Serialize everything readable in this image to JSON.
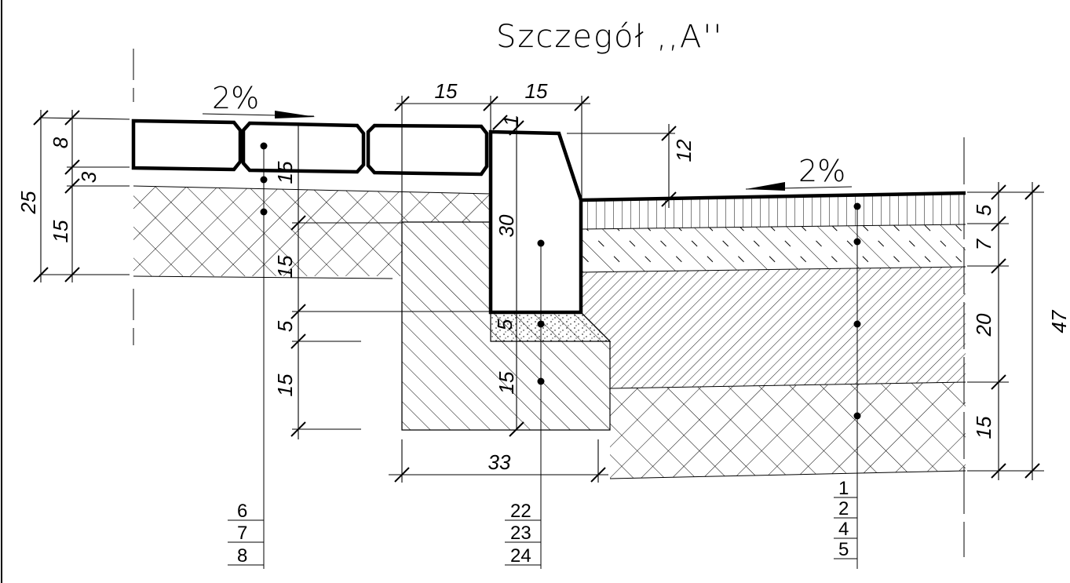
{
  "title": "Szczegół ,,A''",
  "slopes": {
    "left": "2%",
    "right": "2%"
  },
  "dimensions": {
    "left_total": "25",
    "left_top": "8",
    "left_mid": "3",
    "left_bottom": "15",
    "c_15a": "15",
    "c_15b": "15",
    "c_5": "5",
    "c_15c": "15",
    "top_w1": "15",
    "top_w2": "15",
    "curb_1": "1",
    "curb_30": "30",
    "curb_5": "5",
    "curb_15": "15",
    "foot_33": "33",
    "drop_12": "12",
    "r_5": "5",
    "r_7": "7",
    "r_20": "20",
    "r_15": "15",
    "r_total": "47"
  },
  "callouts": {
    "left": [
      "6",
      "7",
      "8"
    ],
    "mid": [
      "22",
      "23",
      "24"
    ],
    "right": [
      "1",
      "2",
      "4",
      "5"
    ]
  }
}
